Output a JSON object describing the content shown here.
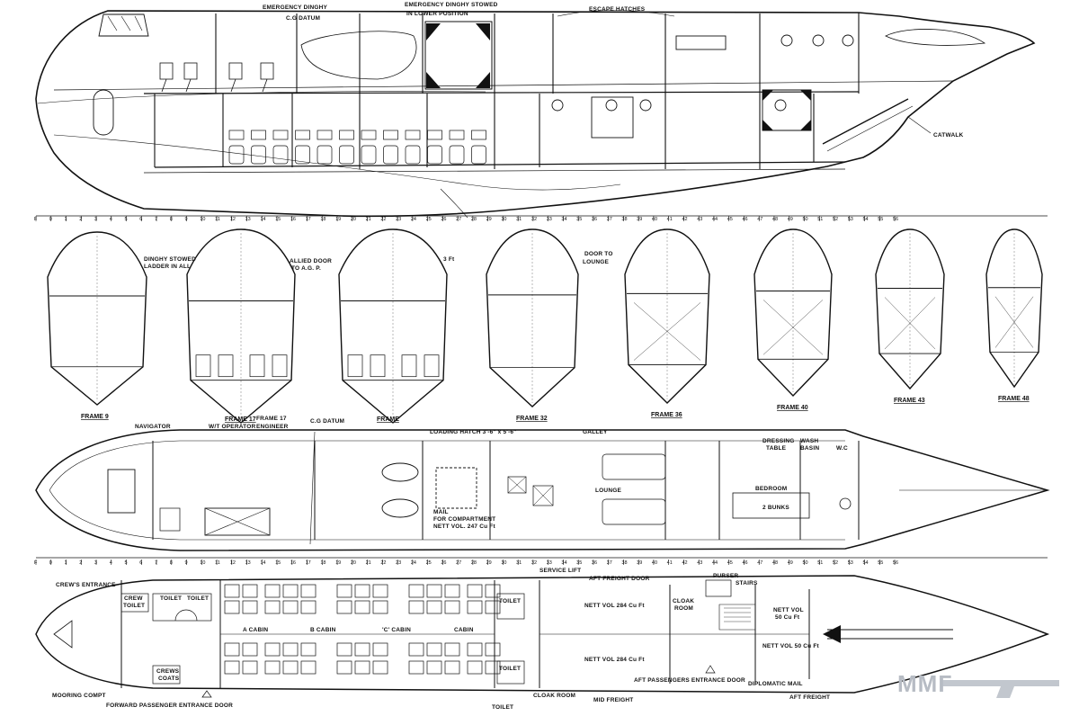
{
  "labels": {
    "emergency_dinghy": "EMERGENCY DINGHY",
    "cg_datum_top": "C.G DATUM",
    "emergency_dinghy_stowed": "EMERGENCY DINGHY STOWED",
    "emergency_dinghy_stowed_sub": "IN LOWER POSITION",
    "escape_hatches": "ESCAPE HATCHES",
    "catwalk": "CATWALK",
    "dinghy_stowed": "DINGHY STOWED",
    "dinghy_stowed_sub": "LADDER IN ALL",
    "allied_door": "ALLIED DOOR",
    "allied_door_sub": "TO A.G. P.",
    "seat_note": "3 Ft",
    "door_to_lounge": "DOOR TO",
    "door_to_lounge_sub": "LOUNGE",
    "navigator": "NAVIGATOR",
    "wt_operator": "W/T OPERATOR",
    "frame17": "FRAME 17",
    "engineer": "ENGINEER",
    "cg_datum_mid": "C.G DATUM",
    "loading_hatch": "LOADING HATCH 3'-6\" x 5'-6\"",
    "galley": "GALLEY",
    "dressing_table": "DRESSING",
    "dressing_table_sub": "TABLE",
    "wash_basin": "WASH",
    "wash_basin_sub": "BASIN",
    "wc": "W.C",
    "lounge": "LOUNGE",
    "bedroom": "BEDROOM",
    "bunks": "2 BUNKS",
    "mail_compartment": "MAIL",
    "mail_compartment_sub": "FOR COMPARTMENT",
    "mail_vol": "NETT VOL. 247 Cu Ft",
    "crew_entrance": "CREW'S ENTRANCE",
    "crew_toilet": "CREW",
    "crew_toilet_sub": "TOILET",
    "toilet1": "TOILET",
    "toilet2": "TOILET",
    "toilet3": "TOILET",
    "toilet4": "TOILET",
    "a_cabin": "A CABIN",
    "b_cabin": "B CABIN",
    "c_cabin": "'C' CABIN",
    "d_cabin": "CABIN",
    "service_lift": "SERVICE LIFT",
    "aft_freight_door": "AFT FREIGHT DOOR",
    "purser": "PURSER",
    "stairs": "STAIRS",
    "cloak_room": "CLOAK",
    "cloak_room_sub": "ROOM",
    "nett_vol_top": "NETT VOL 284 Cu Ft",
    "nett_vol_bottom": "NETT VOL 284 Cu Ft",
    "nett_vol_aft": "NETT VOL",
    "nett_vol_aft_sub": "50 Cu Ft",
    "nett_vol_right": "NETT VOL 50 Cu Ft",
    "mooring_compt": "MOORING COMPT",
    "crew_coats": "CREWS",
    "crew_coats_sub": "COATS",
    "fwd_pass_door": "FORWARD PASSENGER ENTRANCE DOOR",
    "toilet_bottom": "TOILET",
    "cloak_room_bottom": "CLOAK ROOM",
    "mid_freight": "MID FREIGHT",
    "aft_pass_door": "AFT PASSENGERS ENTRANCE DOOR",
    "diplomatic_mail": "DIPLOMATIC MAIL",
    "aft_freight": "AFT FREIGHT"
  },
  "frames": [
    {
      "caption": "FRAME 9"
    },
    {
      "caption": "FRAME 17"
    },
    {
      "caption": "FRAME"
    },
    {
      "caption": "FRAME 32"
    },
    {
      "caption": "FRAME 36"
    },
    {
      "caption": "FRAME 40"
    },
    {
      "caption": "FRAME 43"
    },
    {
      "caption": "FRAME 48"
    }
  ],
  "ruler_ticks": [
    "F",
    "0",
    "1",
    "2",
    "3",
    "4",
    "5",
    "6",
    "7",
    "8",
    "9",
    "10",
    "11",
    "12",
    "13",
    "14",
    "15",
    "16",
    "17",
    "18",
    "19",
    "20",
    "21",
    "22",
    "23",
    "24",
    "25",
    "26",
    "27",
    "28",
    "29",
    "30",
    "31",
    "32",
    "33",
    "34",
    "35",
    "36",
    "37",
    "38",
    "39",
    "40",
    "41",
    "42",
    "43",
    "44",
    "45",
    "46",
    "47",
    "48",
    "49",
    "50",
    "51",
    "52",
    "53",
    "54",
    "55",
    "56"
  ],
  "watermark": "ММГ",
  "colors": {
    "ink": "#111111",
    "paper": "#ffffff",
    "watermark": "#b7bcc4"
  }
}
